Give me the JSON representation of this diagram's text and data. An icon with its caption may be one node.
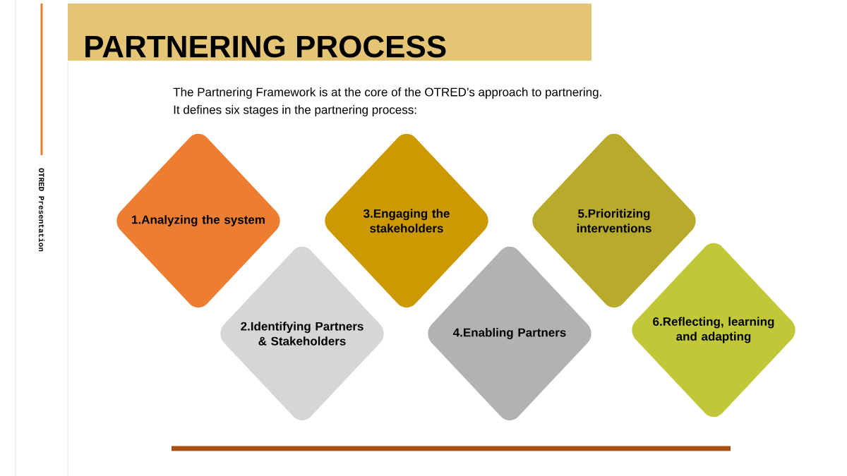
{
  "diagram": {
    "title": "PARTNERING PROCESS",
    "nodes": [
      {
        "text": [
          "1.Analyzing the system"
        ]
      },
      {
        "text": [
          "2.Identifying Partners & Stakeholders"
        ]
      },
      {
        "text": [
          "3.Engaging the stakeholders"
        ]
      },
      {
        "text": [
          "4.Enabling Partners"
        ]
      },
      {
        "text": [
          "5.Prioritizing interventions"
        ]
      },
      {
        "text": [
          "6.Reflecting, learning and adapting"
        ]
      }
    ],
    "labels": [
      "OTRED Presentation",
      "The Partnering Framework is at the core of the OTRED’s approach to partnering.",
      "It defines six stages in the partnering process:"
    ]
  }
}
